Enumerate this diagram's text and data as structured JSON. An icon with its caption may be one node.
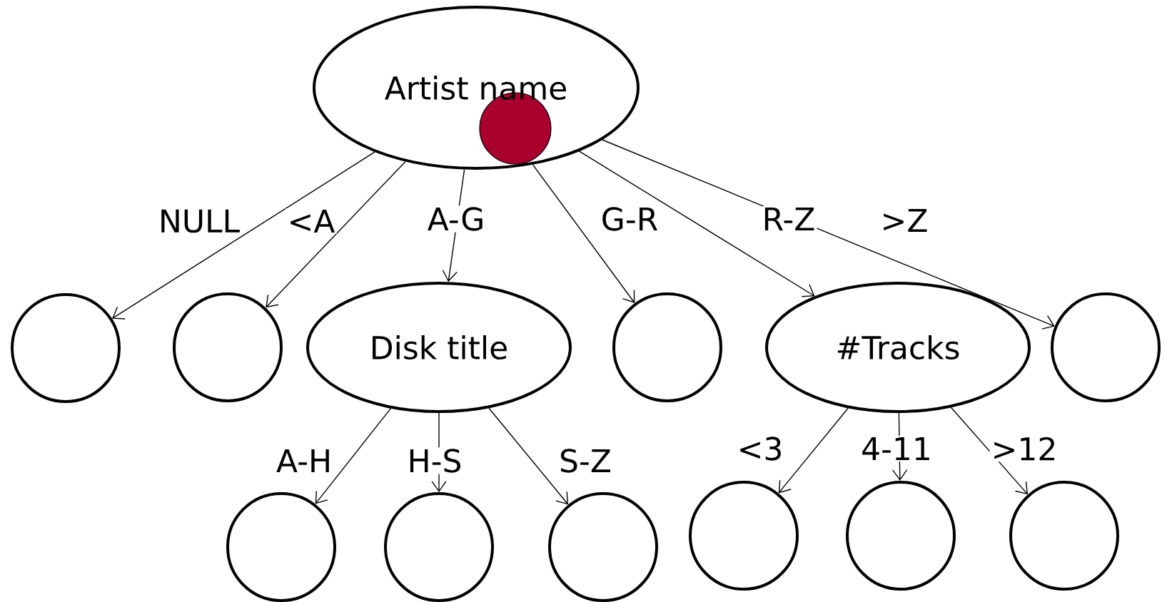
{
  "diagram": {
    "nodes": [
      {
        "text": [
          "Artist name"
        ]
      },
      {
        "text": [],
        "shape": "circle"
      },
      {
        "text": [],
        "shape": "circle"
      },
      {
        "text": [
          "Disk title"
        ]
      },
      {
        "text": [],
        "shape": "circle"
      },
      {
        "text": [
          "#Tracks"
        ]
      },
      {
        "text": [],
        "shape": "circle"
      },
      {
        "text": [],
        "shape": "circle"
      },
      {
        "text": [],
        "shape": "circle"
      },
      {
        "text": [],
        "shape": "circle"
      },
      {
        "text": [],
        "shape": "circle"
      },
      {
        "text": [],
        "shape": "circle"
      },
      {
        "text": [],
        "shape": "circle"
      },
      {
        "text": [],
        "shape": "dot",
        "in": 0
      }
    ],
    "edges": [
      {
        "from": 0,
        "to": 1,
        "arrow": "to",
        "label": "NULL"
      },
      {
        "from": 0,
        "to": 2,
        "arrow": "to",
        "label": "<A"
      },
      {
        "from": 0,
        "to": 3,
        "arrow": "to",
        "label": "A-G"
      },
      {
        "from": 0,
        "to": 4,
        "arrow": "to",
        "label": "G-R"
      },
      {
        "from": 0,
        "to": 5,
        "arrow": "to",
        "label": "R-Z"
      },
      {
        "from": 0,
        "to": 6,
        "arrow": "to",
        "label": ">Z"
      },
      {
        "from": 3,
        "to": 7,
        "arrow": "to",
        "label": "A-H"
      },
      {
        "from": 3,
        "to": 8,
        "arrow": "to",
        "label": "H-S"
      },
      {
        "from": 3,
        "to": 9,
        "arrow": "to",
        "label": "S-Z"
      },
      {
        "from": 5,
        "to": 10,
        "arrow": "to",
        "label": "<3"
      },
      {
        "from": 5,
        "to": 11,
        "arrow": "to",
        "label": "4-11"
      },
      {
        "from": 5,
        "to": 12,
        "arrow": "to",
        "label": ">12"
      }
    ]
  }
}
